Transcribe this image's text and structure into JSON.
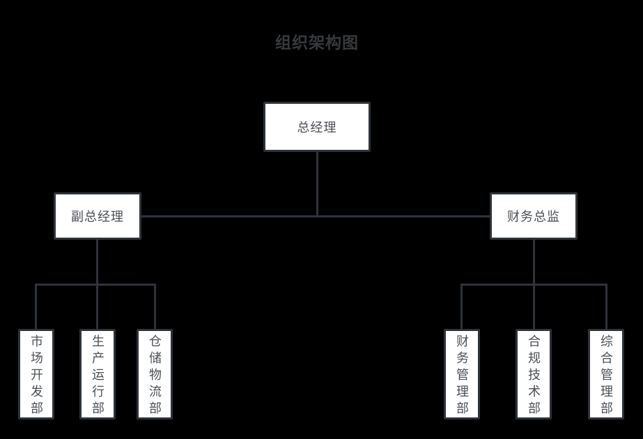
{
  "title": "组织架构图",
  "colors": {
    "background": "#000000",
    "line": "#2e333a",
    "box_fill": "#ffffff",
    "box_text": "#4b4f55",
    "title_text": "#37393e"
  },
  "nodes": {
    "root": {
      "label": "总经理"
    },
    "level2": [
      {
        "label": "副总经理"
      },
      {
        "label": "财务总监"
      }
    ],
    "left_departments": [
      {
        "label": "市场开发部"
      },
      {
        "label": "生产运行部"
      },
      {
        "label": "仓储物流部"
      }
    ],
    "right_departments": [
      {
        "label": "财务管理部"
      },
      {
        "label": "合规技术部"
      },
      {
        "label": "综合管理部"
      }
    ]
  }
}
